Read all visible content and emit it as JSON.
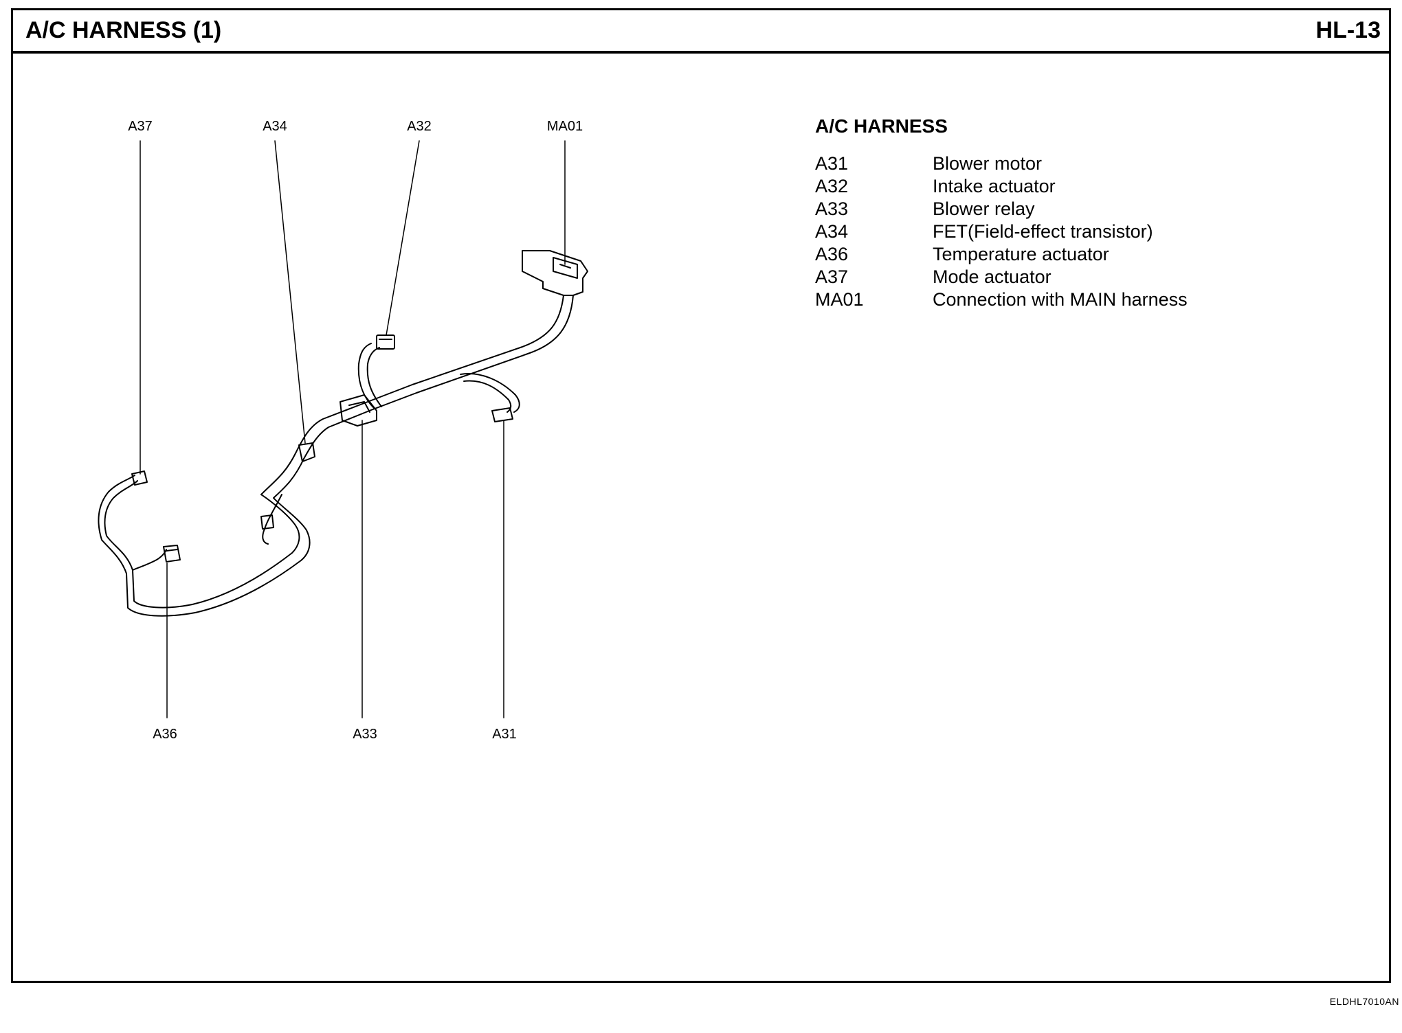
{
  "header": {
    "title": "A/C HARNESS (1)",
    "page": "HL-13"
  },
  "diagram": {
    "callouts": {
      "a37": "A37",
      "a34": "A34",
      "a32": "A32",
      "ma01": "MA01",
      "a36": "A36",
      "a33": "A33",
      "a31": "A31"
    }
  },
  "legend": {
    "title": "A/C HARNESS",
    "items": [
      {
        "code": "A31",
        "description": "Blower motor"
      },
      {
        "code": "A32",
        "description": "Intake actuator"
      },
      {
        "code": "A33",
        "description": "Blower relay"
      },
      {
        "code": "A34",
        "description": "FET(Field-effect transistor)"
      },
      {
        "code": "A36",
        "description": "Temperature actuator"
      },
      {
        "code": "A37",
        "description": "Mode actuator"
      },
      {
        "code": "MA01",
        "description": "Connection with MAIN harness"
      }
    ]
  },
  "footer": {
    "figure_id": "ELDHL7010AN"
  }
}
